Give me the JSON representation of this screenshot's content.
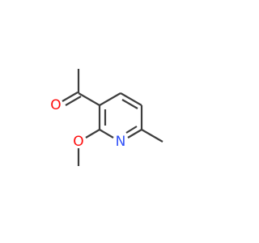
{
  "molecule": {
    "atoms": {
      "oxygen_carbonyl": {
        "label": "O",
        "color": "#ff0d0d"
      },
      "oxygen_methoxy": {
        "label": "O",
        "color": "#ff0d0d"
      },
      "nitrogen_ring": {
        "label": "N",
        "color": "#3050f8"
      }
    },
    "bond_color": "#3d3d3d",
    "background": "#ffffff"
  }
}
